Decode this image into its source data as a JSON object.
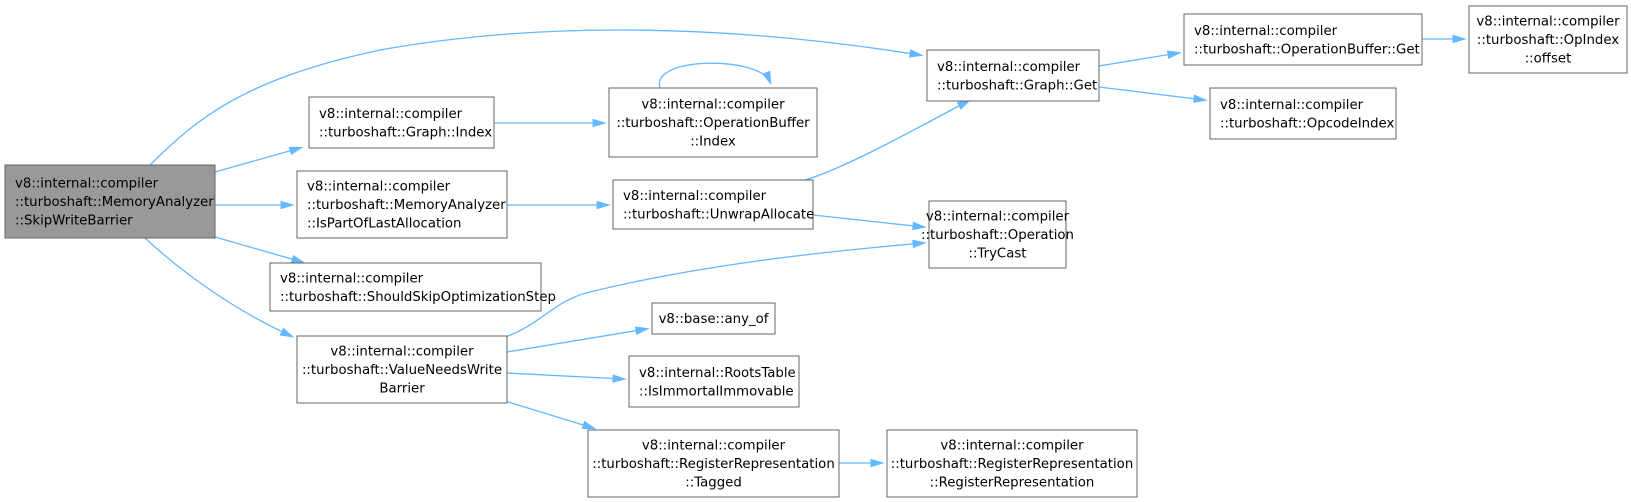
{
  "diagram": {
    "colors": {
      "edge": "#63b8ff",
      "node_border": "#666666",
      "root_fill": "#999999",
      "node_fill": "#ffffff",
      "text": "#000000"
    },
    "nodes": [
      {
        "id": "skip_write_barrier",
        "lines": [
          "v8::internal::compiler",
          "::turboshaft::MemoryAnalyzer",
          "::SkipWriteBarrier"
        ],
        "root": true
      },
      {
        "id": "graph_get",
        "lines": [
          "v8::internal::compiler",
          "::turboshaft::Graph::Get"
        ]
      },
      {
        "id": "opbuffer_get",
        "lines": [
          "v8::internal::compiler",
          "::turboshaft::OperationBuffer::Get"
        ]
      },
      {
        "id": "opindex_offset",
        "lines": [
          "v8::internal::compiler",
          "::turboshaft::OpIndex",
          "::offset"
        ]
      },
      {
        "id": "opcode_index",
        "lines": [
          "v8::internal::compiler",
          "::turboshaft::OpcodeIndex"
        ]
      },
      {
        "id": "graph_index",
        "lines": [
          "v8::internal::compiler",
          "::turboshaft::Graph::Index"
        ]
      },
      {
        "id": "opbuffer_index",
        "lines": [
          "v8::internal::compiler",
          "::turboshaft::OperationBuffer",
          "::Index"
        ]
      },
      {
        "id": "is_part_of_last_allocation",
        "lines": [
          "v8::internal::compiler",
          "::turboshaft::MemoryAnalyzer",
          "::IsPartOfLastAllocation"
        ]
      },
      {
        "id": "unwrap_allocate",
        "lines": [
          "v8::internal::compiler",
          "::turboshaft::UnwrapAllocate"
        ]
      },
      {
        "id": "operation_trycast",
        "lines": [
          "v8::internal::compiler",
          "::turboshaft::Operation",
          "::TryCast"
        ]
      },
      {
        "id": "should_skip_opt_step",
        "lines": [
          "v8::internal::compiler",
          "::turboshaft::ShouldSkipOptimizationStep"
        ]
      },
      {
        "id": "value_needs_write_barrier",
        "lines": [
          "v8::internal::compiler",
          "::turboshaft::ValueNeedsWrite",
          "Barrier"
        ]
      },
      {
        "id": "any_of",
        "lines": [
          "v8::base::any_of"
        ]
      },
      {
        "id": "roots_table_immortal",
        "lines": [
          "v8::internal::RootsTable",
          "::IsImmortalImmovable"
        ]
      },
      {
        "id": "regrep_tagged",
        "lines": [
          "v8::internal::compiler",
          "::turboshaft::RegisterRepresentation",
          "::Tagged"
        ]
      },
      {
        "id": "regrep_ctor",
        "lines": [
          "v8::internal::compiler",
          "::turboshaft::RegisterRepresentation",
          "::RegisterRepresentation"
        ]
      }
    ],
    "edges": [
      {
        "from": "skip_write_barrier",
        "to": "graph_get"
      },
      {
        "from": "skip_write_barrier",
        "to": "graph_index"
      },
      {
        "from": "skip_write_barrier",
        "to": "is_part_of_last_allocation"
      },
      {
        "from": "skip_write_barrier",
        "to": "should_skip_opt_step"
      },
      {
        "from": "skip_write_barrier",
        "to": "value_needs_write_barrier"
      },
      {
        "from": "graph_get",
        "to": "opbuffer_get"
      },
      {
        "from": "graph_get",
        "to": "opcode_index"
      },
      {
        "from": "opbuffer_get",
        "to": "opindex_offset"
      },
      {
        "from": "graph_index",
        "to": "opbuffer_index"
      },
      {
        "from": "opbuffer_index",
        "to": "opbuffer_index"
      },
      {
        "from": "is_part_of_last_allocation",
        "to": "unwrap_allocate"
      },
      {
        "from": "unwrap_allocate",
        "to": "graph_get"
      },
      {
        "from": "unwrap_allocate",
        "to": "operation_trycast"
      },
      {
        "from": "value_needs_write_barrier",
        "to": "operation_trycast"
      },
      {
        "from": "value_needs_write_barrier",
        "to": "any_of"
      },
      {
        "from": "value_needs_write_barrier",
        "to": "roots_table_immortal"
      },
      {
        "from": "value_needs_write_barrier",
        "to": "regrep_tagged"
      },
      {
        "from": "regrep_tagged",
        "to": "regrep_ctor"
      }
    ]
  }
}
